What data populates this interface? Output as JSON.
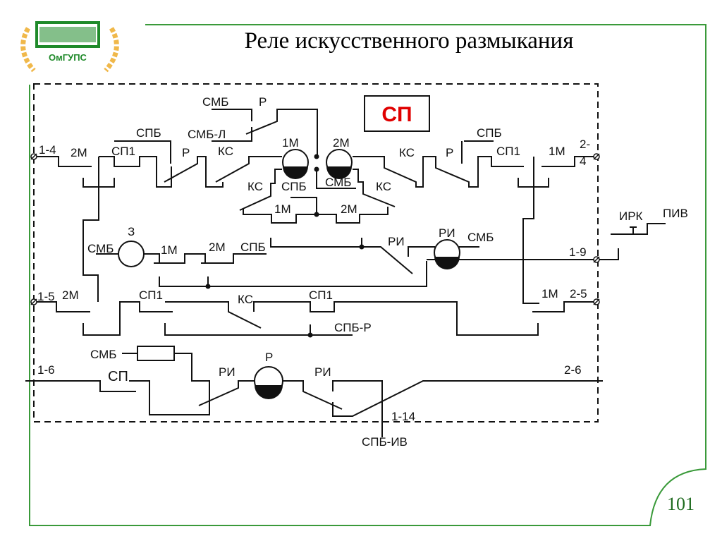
{
  "slide": {
    "title": "Реле искусственного размыкания",
    "page_number": "101",
    "logo_text": "ОмГУПС",
    "accent_color": "#3a9a3a",
    "highlight_box_label": "СП",
    "highlight_color": "#e00000"
  },
  "diagram": {
    "terminals": [
      "1-4",
      "2-4",
      "1-5",
      "2-5",
      "1-6",
      "2-6",
      "1-9",
      "1-14"
    ],
    "labels": {
      "t14": "1-4",
      "t24a": "2-",
      "t24b": "4",
      "t15": "1-5",
      "t25": "2-5",
      "t16": "1-6",
      "t26": "2-6",
      "t19": "1-9",
      "t114": "1-14",
      "smb_top": "СМБ",
      "r_top": "Р",
      "spb_l": "СПБ",
      "smbl": "СМБ-Л",
      "m2_l": "2М",
      "sp1_l": "СП1",
      "r_l": "Р",
      "ks_l": "КС",
      "m1_coil": "1М",
      "m2_coil": "2М",
      "ks_l2": "КС",
      "spb_mid": "СПБ",
      "smb_mid": "СМБ",
      "ks_r2": "КС",
      "m1_mid": "1М",
      "m2_mid": "2М",
      "ks_r": "КС",
      "r_r": "Р",
      "spb_r": "СПБ",
      "sp1_r": "СП1",
      "m1_r": "1М",
      "irk": "ИРК",
      "piv": "ПИВ",
      "z": "З",
      "smb_z": "СМБ",
      "m1_z": "1М",
      "m2_z": "2М",
      "spb_z": "СПБ",
      "ri_c": "РИ",
      "ri_coil": "РИ",
      "smb_ri": "СМБ",
      "m2_15": "2М",
      "sp1_15": "СП1",
      "ks_15": "КС",
      "sp1_15b": "СП1",
      "m1_25": "1М",
      "spbr": "СПБ-Р",
      "smb_res": "СМБ",
      "sp_16": "СП",
      "ri_16": "РИ",
      "p_coil": "Р",
      "ri_16b": "РИ",
      "spbiv": "СПБ-ИВ"
    }
  }
}
